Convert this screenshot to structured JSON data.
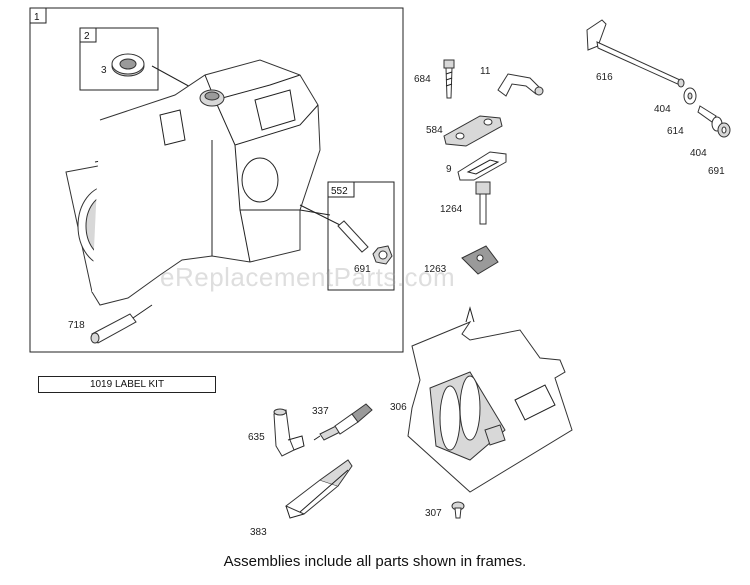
{
  "frames": {
    "main": "1",
    "seal": "2",
    "pin_kit": "552"
  },
  "labels": {
    "p3": "3",
    "p718": "718",
    "p691a": "691",
    "p684": "684",
    "p11": "11",
    "p616": "616",
    "p404a": "404",
    "p614": "614",
    "p404b": "404",
    "p691b": "691",
    "p584": "584",
    "p9": "9",
    "p1264": "1264",
    "p1263": "1263",
    "p337": "337",
    "p306": "306",
    "p635": "635",
    "p383": "383",
    "p307": "307"
  },
  "label_kit": "1019 LABEL KIT",
  "watermark": "eReplacementParts.com",
  "caption": "Assemblies include all parts shown in frames."
}
